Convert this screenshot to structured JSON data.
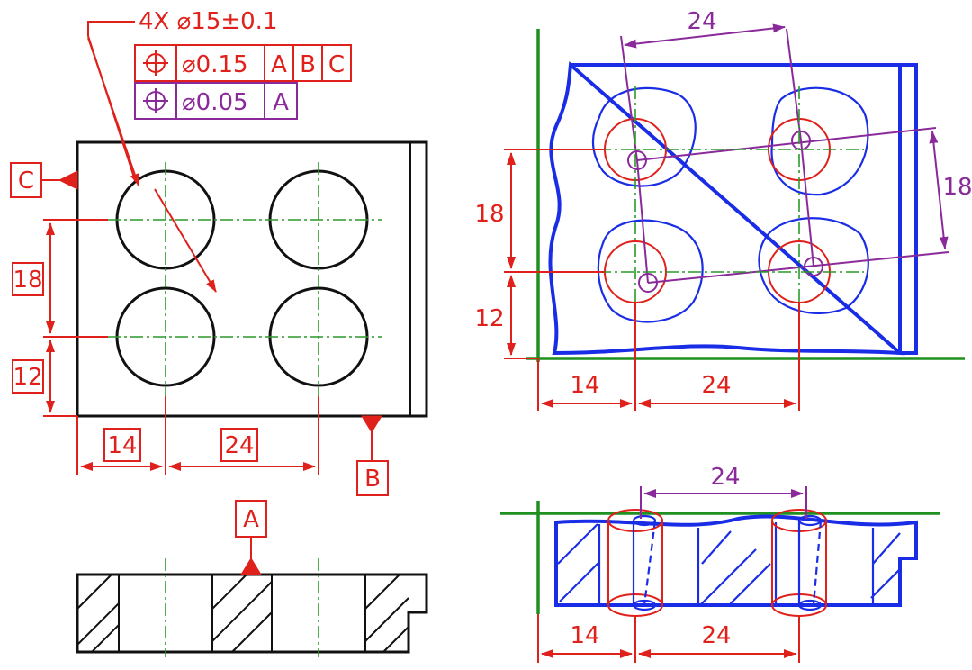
{
  "callout": {
    "hole_spec": "4X ⌀15±0.1",
    "frame1": {
      "symbol": "position-icon",
      "tol": "⌀0.15",
      "datums": [
        "A",
        "B",
        "C"
      ],
      "color": "#e0201a"
    },
    "frame2": {
      "symbol": "position-icon",
      "tol": "⌀0.05",
      "datums": [
        "A"
      ],
      "color": "#8a2a9a"
    }
  },
  "datums": {
    "a": "A",
    "b": "B",
    "c": "C"
  },
  "left_dims": {
    "vertical_18": "18",
    "vertical_12": "12",
    "horizontal_14": "14",
    "horizontal_24": "24"
  },
  "right_top_dims": {
    "top_24": "24",
    "right_18": "18",
    "left_18": "18",
    "left_12": "12",
    "bottom_14": "14",
    "bottom_24": "24"
  },
  "right_bottom_dims": {
    "top_24": "24",
    "bottom_14": "14",
    "bottom_24": "24"
  },
  "colors": {
    "red": "#e0201a",
    "purple": "#8a2a9a",
    "blue": "#1a2de6",
    "green": "#1f8f1f",
    "black": "#111111"
  }
}
